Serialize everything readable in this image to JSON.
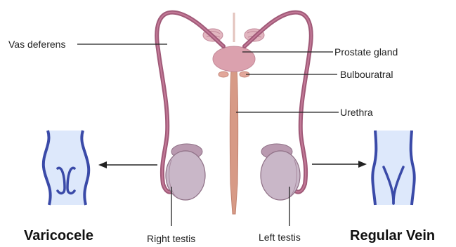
{
  "labels": {
    "vas_deferens": "Vas deferens",
    "prostate_gland": "Prostate gland",
    "bulbouratral": "Bulbouratral",
    "urethra": "Urethra",
    "right_testis": "Right testis",
    "left_testis": "Left testis"
  },
  "captions": {
    "varicocele": "Varicocele",
    "regular_vein": "Regular Vein"
  },
  "colors": {
    "duct": "#a05a78",
    "duct_light": "#c47a98",
    "urethra": "#d79a86",
    "prostate": "#dba1ae",
    "testis": "#c9b7c8",
    "testis_outline": "#8e6f85",
    "vein_outline": "#3a4aa8",
    "vein_fill": "#dde8fb",
    "leader": "#222222"
  }
}
